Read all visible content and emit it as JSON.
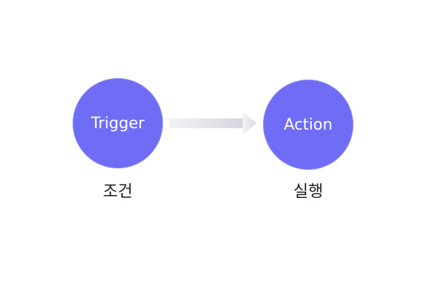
{
  "nodes": {
    "trigger": {
      "label": "Trigger",
      "caption": "조건"
    },
    "action": {
      "label": "Action",
      "caption": "실행"
    }
  },
  "colors": {
    "node_fill": "#6f6cf6",
    "node_border": "#8f8cf8",
    "arrow_start": "#f3f3f7",
    "arrow_end": "#d6d6df"
  },
  "arrow_direction": "trigger-to-action"
}
